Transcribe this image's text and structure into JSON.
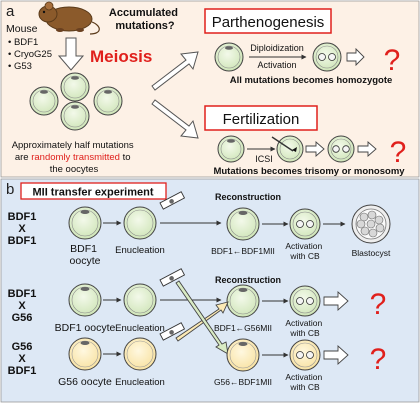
{
  "panel_a": {
    "letter": "a",
    "mouse_label": "Mouse",
    "strains": [
      "BDF1",
      "CryoG25",
      "G53"
    ],
    "question": [
      "Accumulated",
      "mutations?"
    ],
    "meiosis": "Meiosis",
    "caption": [
      "Approximately half mutations",
      "are ",
      "randomly transmitted",
      " to",
      "the oocytes"
    ],
    "parthenogenesis": {
      "title": "Parthenogenesis",
      "step1": "Diploidization",
      "step2": "Activation",
      "result": "All mutations becomes homozygote",
      "mark": "?"
    },
    "fertilization": {
      "title": "Fertilization",
      "step": "ICSI",
      "result": "Mutations becomes trisomy or monosomy",
      "mark": "?"
    }
  },
  "panel_b": {
    "letter": "b",
    "title": "MII transfer experiment",
    "crosses": [
      {
        "top": "BDF1",
        "x": "X",
        "bottom": "BDF1",
        "oocyte_lines": [
          "BDF1",
          "oocyte"
        ]
      },
      {
        "top": "BDF1",
        "x": "X",
        "bottom": "G56",
        "oocyte_lines": [
          "BDF1 oocyte"
        ]
      },
      {
        "top": "G56",
        "x": "X",
        "bottom": "BDF1",
        "oocyte_lines": [
          "G56 oocyte"
        ]
      }
    ],
    "enucleation": "Enucleation",
    "reconstruction": "Reconstruction",
    "recon_labels": [
      "BDF1←BDF1MII",
      "BDF1←G56MII",
      "G56←BDF1MII"
    ],
    "activation_lines": [
      "Activation",
      "with CB"
    ],
    "blastocyst": "Blastocyst",
    "mark": "?"
  },
  "colors": {
    "panel_a_bg": "#fdf1e6",
    "panel_b_bg": "#dde8f5",
    "cell_green": "#d9ebc4",
    "cell_yellow": "#fbe9b5",
    "red": "#e0201c"
  }
}
